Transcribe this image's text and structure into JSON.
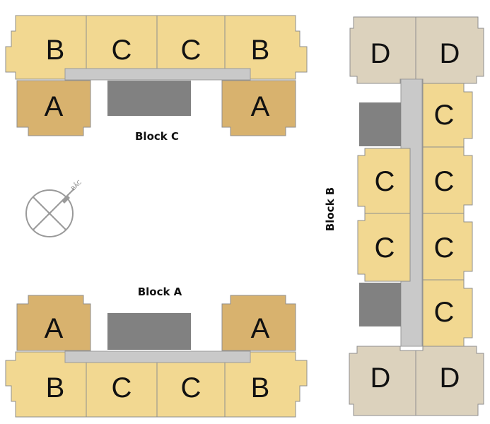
{
  "colors": {
    "unit_a": "#d8b26e",
    "unit_b": "#f2d891",
    "unit_c": "#f2d891",
    "unit_d": "#dcd2bd",
    "core": "#818181",
    "corridor": "#c9c9c9",
    "outline": "#8f8f8f"
  },
  "block_c": {
    "label": "Block C",
    "units": {
      "top_1": "B",
      "top_2": "C",
      "top_3": "C",
      "top_4": "B",
      "bottom_left": "A",
      "bottom_right": "A"
    }
  },
  "block_a": {
    "label": "Block A",
    "units": {
      "top_left": "A",
      "top_right": "A",
      "bottom_1": "B",
      "bottom_2": "C",
      "bottom_3": "C",
      "bottom_4": "B"
    }
  },
  "block_b": {
    "label": "Block B",
    "units": {
      "top_left": "D",
      "top_right": "D",
      "right_1": "C",
      "right_2": "C",
      "right_3": "C",
      "right_4": "C",
      "left_1": "C",
      "left_2": "C",
      "bottom_left": "D",
      "bottom_right": "D"
    }
  },
  "compass": {
    "label": "BẮC",
    "icon": "north-compass-icon"
  }
}
